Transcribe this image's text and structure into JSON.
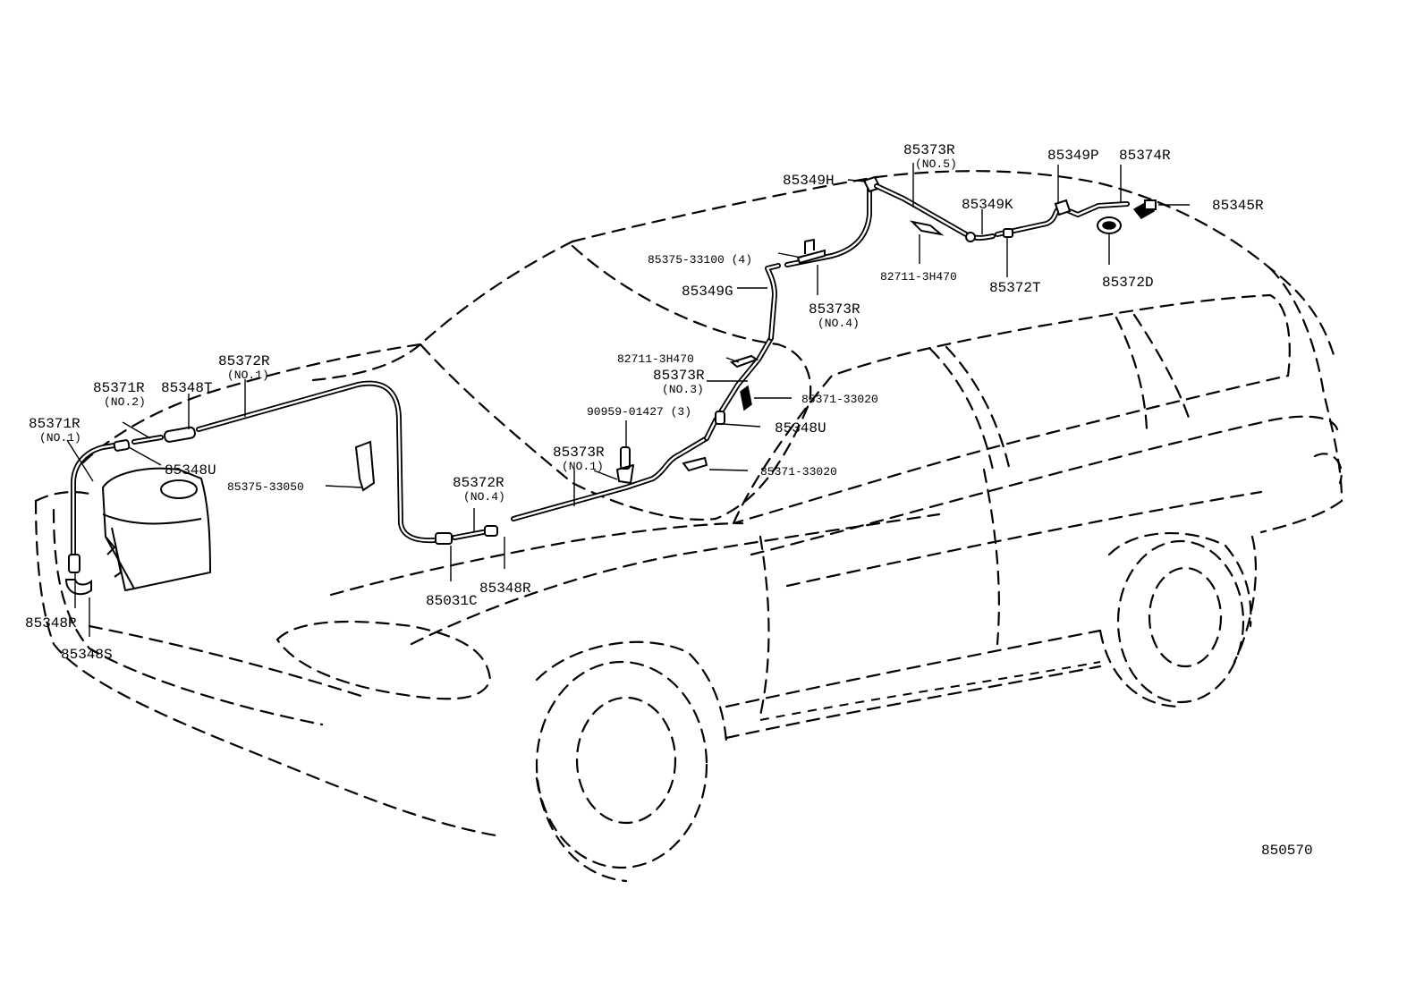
{
  "diagram_id": "850570",
  "colors": {
    "line": "#000000",
    "background": "#ffffff"
  },
  "labels": {
    "p85373R_no5": "85373R",
    "p85373R_no5_sub": "(NO.5)",
    "p85349P": "85349P",
    "p85374R": "85374R",
    "p85349H": "85349H",
    "p85349K": "85349K",
    "p85345R": "85345R",
    "p85375_33100": "85375-33100 (4)",
    "p82711_3H470_top": "82711-3H470",
    "p85372T": "85372T",
    "p85372D": "85372D",
    "p85349G": "85349G",
    "p85373R_no4": "85373R",
    "p85373R_no4_sub": "(NO.4)",
    "p82711_3H470_mid": "82711-3H470",
    "p85373R_no3": "85373R",
    "p85373R_no3_sub": "(NO.3)",
    "p85371_33020_a": "85371-33020",
    "p90959_01427": "90959-01427 (3)",
    "p85348U_right": "85348U",
    "p85372R_no1": "85372R",
    "p85372R_no1_sub": "(NO.1)",
    "p85371R_no2": "85371R",
    "p85371R_no2_sub": "(NO.2)",
    "p85348T": "85348T",
    "p85371R_no1": "85371R",
    "p85371R_no1_sub": "(NO.1)",
    "p85348U_left": "85348U",
    "p85373R_no1": "85373R",
    "p85373R_no1_sub": "(NO.1)",
    "p85371_33020_b": "85371-33020",
    "p85375_33050": "85375-33050",
    "p85372R_no4": "85372R",
    "p85372R_no4_sub": "(NO.4)",
    "p85031C": "85031C",
    "p85348R_mid": "85348R",
    "p85348R_left": "85348R",
    "p85348S": "85348S"
  }
}
